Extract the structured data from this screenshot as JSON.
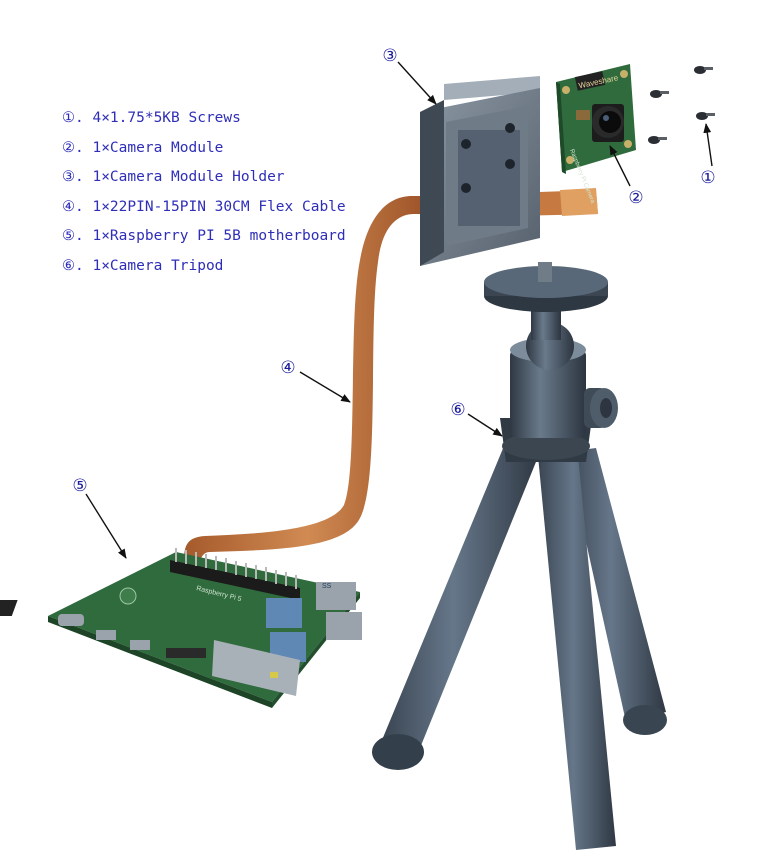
{
  "legend": {
    "items": [
      {
        "marker": "①",
        "text": "4×1.75*5KB Screws"
      },
      {
        "marker": "②",
        "text": "1×Camera Module"
      },
      {
        "marker": "③",
        "text": "1×Camera Module Holder"
      },
      {
        "marker": "④",
        "text": "1×22PIN-15PIN 30CM Flex Cable"
      },
      {
        "marker": "⑤",
        "text": "1×Raspberry PI 5B motherboard"
      },
      {
        "marker": "⑥",
        "text": "1×Camera Tripod"
      }
    ]
  },
  "callouts": {
    "screws": "①",
    "camera_module": "②",
    "holder": "③",
    "flex_cable": "④",
    "motherboard": "⑤",
    "tripod": "⑥"
  },
  "board_labels": {
    "camera_brand": "Waveshare",
    "camera_pcb": "Raspberry Pi Camera",
    "pi_silkscreen": "Raspberry Pi 5",
    "usb_label": "SS"
  },
  "colors": {
    "legend_text": "#2e2eb8",
    "callout_text": "#1a1a9a",
    "flex_cable": "#c06a35",
    "pcb_green": "#2f6b3c",
    "holder_gray": "#6e7b88",
    "tripod_gray": "#4b5866"
  }
}
